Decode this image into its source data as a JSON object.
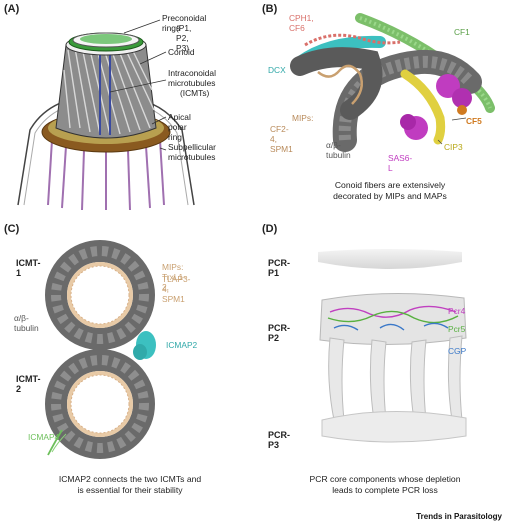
{
  "panels": {
    "a": {
      "label": "(A)",
      "labels": [
        "Preconoidal rings",
        "(P1, P2, P3)",
        "Conoid",
        "Intraconoidal",
        "microtubules",
        "(ICMTs)",
        "Apical polar ring",
        "Subpellicular",
        "microtubules"
      ]
    },
    "b": {
      "label": "(B)",
      "cph1": "CPH1, CF6",
      "cf1": "CF1",
      "dcx": "DCX",
      "mips1": "MIPs:",
      "mips2": "CF2-4, SPM1",
      "tubulin": "α/β-tubulin",
      "cf5": "CF5",
      "cip3": "CIP3",
      "sas6": "SAS6-L",
      "caption1": "Conoid fibers are extensively",
      "caption2": "decorated by MIPs and MAPs"
    },
    "c": {
      "label": "(C)",
      "icmt1": "ICMT-1",
      "icmt2": "ICMT-2",
      "mips1": "MIPs: TrxL1-2,",
      "mips2": "TLAP3-4, SPM1",
      "tubulin": "α/β-tubulin",
      "icmap2": "ICMAP2",
      "icmap4": "ICMAP4",
      "caption1": "ICMAP2 connects the two ICMTs and",
      "caption2": "is essential for their stability"
    },
    "d": {
      "label": "(D)",
      "p1": "PCR-P1",
      "p2": "PCR-P2",
      "p3": "PCR-P3",
      "pcr4": "Pcr4",
      "pcr5": "Pcr5",
      "cgp": "CGP",
      "caption1": "PCR core components whose depletion",
      "caption2": "leads to complete PCR loss"
    }
  },
  "footer": "Trends in Parasitology",
  "colors": {
    "cph1": "#d9706a",
    "cf1": "#7cbf6a",
    "dcx": "#3cc0c0",
    "mips": "#c9a070",
    "cf5": "#d07a20",
    "cip3": "#c8b820",
    "sas6": "#c03cc0",
    "icmap2": "#3cc0c0",
    "icmap4": "#6cbf5a",
    "pcr4": "#c040c0",
    "pcr5": "#58b040",
    "cgp": "#3a78c8"
  }
}
